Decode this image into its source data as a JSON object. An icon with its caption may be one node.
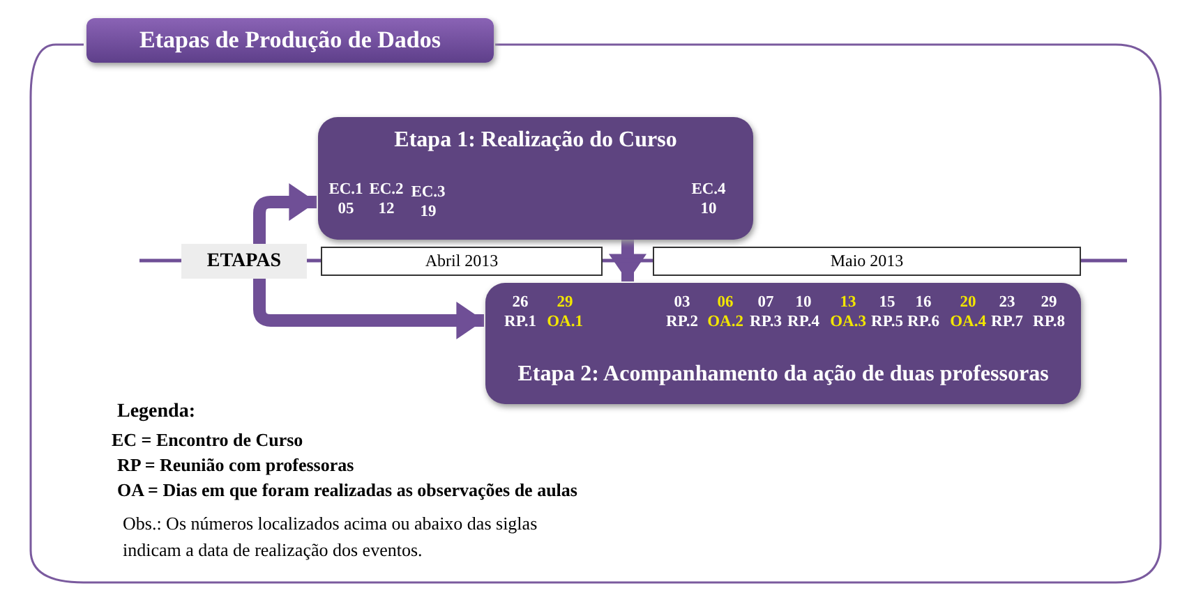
{
  "diagram": {
    "title": "Etapas de Produção de Dados",
    "nodes": [
      {
        "text": [
          "ETAPAS"
        ]
      },
      {
        "text": [
          "Etapa 1: Realização do Curso",
          "EC.1 05",
          "EC.2 12",
          "EC.3 19",
          "EC.4 10"
        ]
      },
      {
        "text": [
          "Abril 2013"
        ]
      },
      {
        "text": [
          "Maio 2013"
        ]
      },
      {
        "text": [
          "26 RP.1",
          "29 OA.1",
          "03 RP.2",
          "06 OA.2",
          "07 RP.3",
          "10 RP.4",
          "13 OA.3",
          "15 RP.5",
          "16 RP.6",
          "20 OA.4",
          "23 RP.7",
          "29 RP.8",
          "Etapa 2: Acompanhamento da ação de duas professoras"
        ]
      }
    ],
    "edges": [
      {
        "from": 0,
        "to": 1,
        "arrow": "to",
        "style": "thick"
      },
      {
        "from": 0,
        "to": 4,
        "arrow": "to",
        "style": "thick"
      },
      {
        "from": 1,
        "to": 4,
        "arrow": "to",
        "style": "thick"
      },
      {
        "from": null,
        "to": 0,
        "arrow": "none"
      },
      {
        "from": 0,
        "to": 2,
        "arrow": "none"
      },
      {
        "from": 2,
        "to": 3,
        "arrow": "none"
      },
      {
        "from": 3,
        "to": null,
        "arrow": "none"
      }
    ],
    "labels": [
      "Legenda:",
      "EC = Encontro de Curso",
      "RP = Reunião com professoras",
      "OA = Dias em que foram  realizadas as observações de aulas",
      "Obs.: Os números localizados acima ou abaixo das siglas indicam a data de realização dos eventos."
    ]
  }
}
